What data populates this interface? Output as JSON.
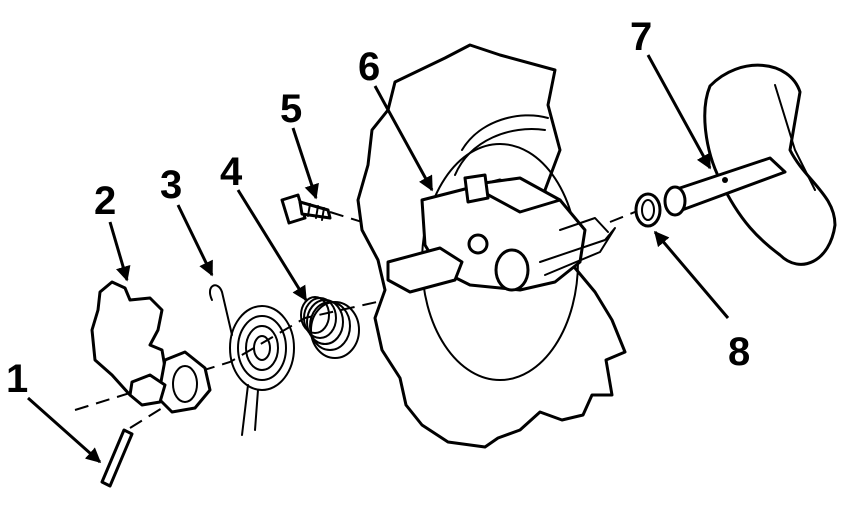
{
  "diagram": {
    "callouts": [
      "1",
      "2",
      "3",
      "4",
      "5",
      "6",
      "7",
      "8"
    ],
    "colors": {
      "ink": "#000000",
      "paper": "#ffffff"
    }
  }
}
